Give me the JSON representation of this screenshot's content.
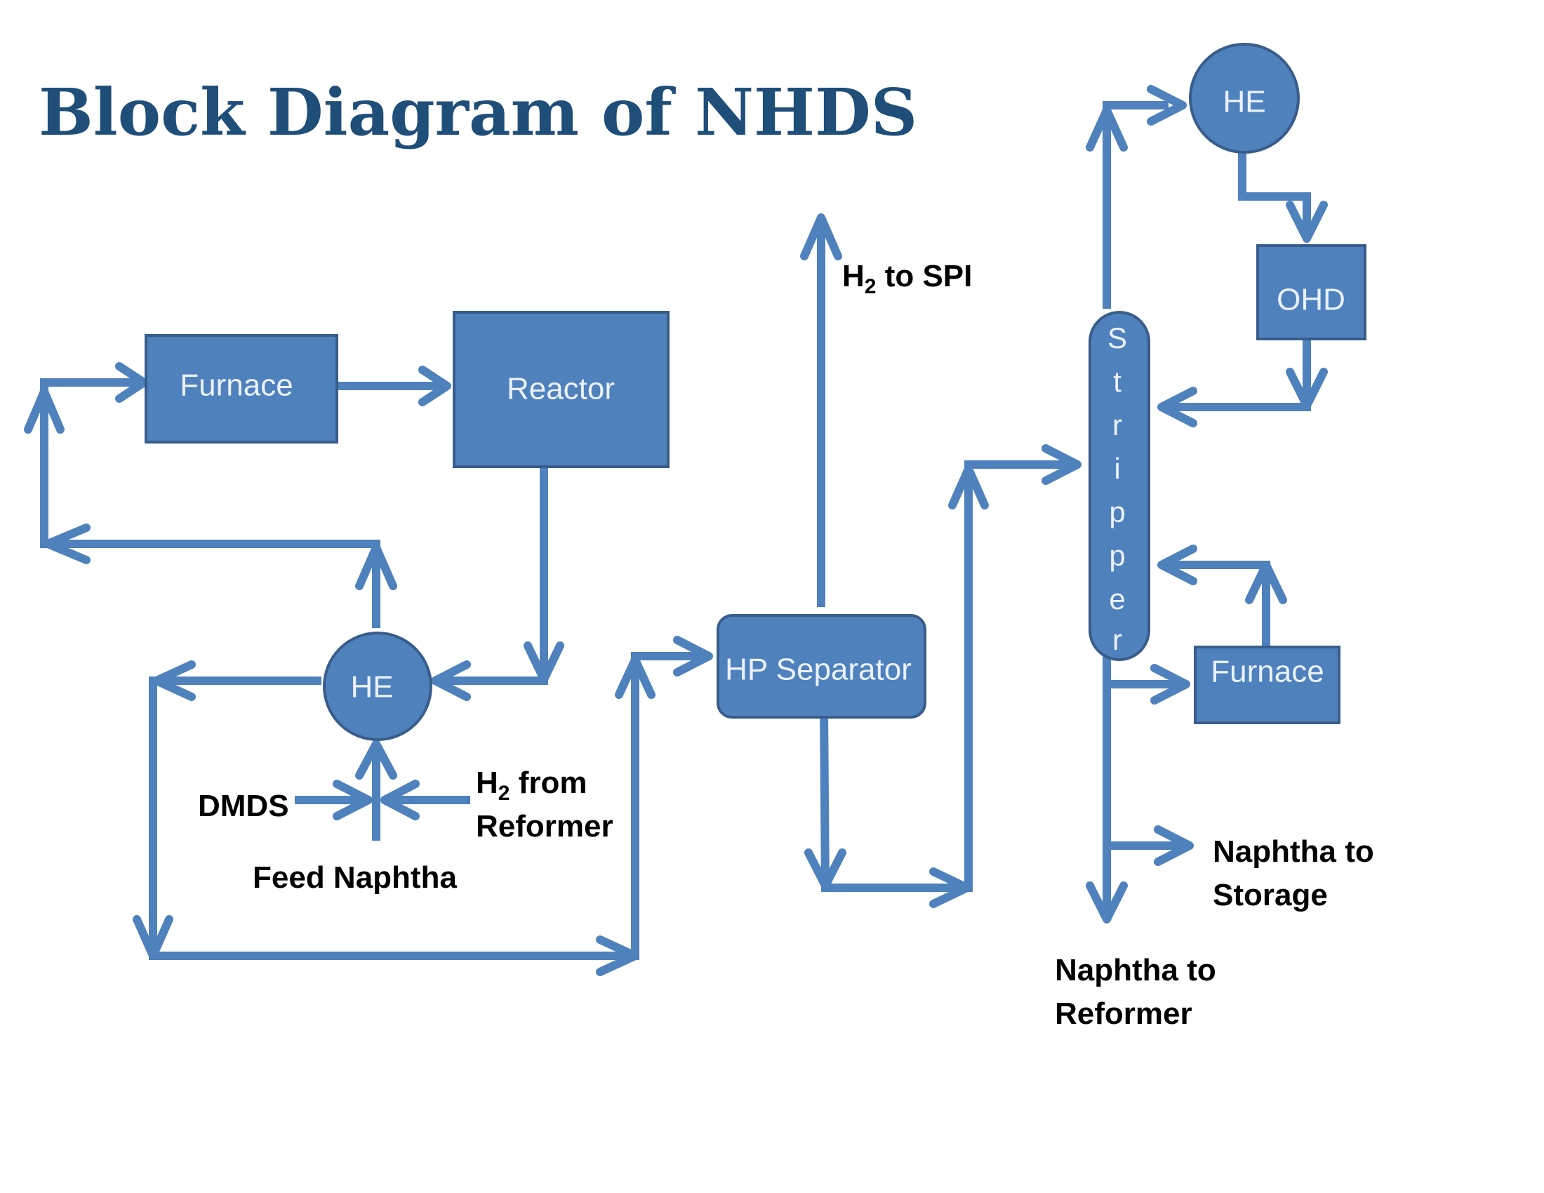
{
  "title": "Block Diagram of NHDS",
  "blocks": {
    "furnace_left": "Furnace",
    "reactor": "Reactor",
    "he_left": "HE",
    "hp_separator": "HP Separator",
    "stripper": [
      "S",
      "t",
      "r",
      "i",
      "p",
      "p",
      "e",
      "r"
    ],
    "he_top": "HE",
    "ohd": "OHD",
    "furnace_right": "Furnace"
  },
  "labels": {
    "h2_to_spi": {
      "main": "H",
      "sub": "2",
      "rest": " to SPI"
    },
    "dmds": "DMDS",
    "h2_from_reformer": {
      "main": "H",
      "sub": "2",
      "rest": " from",
      "line2": "Reformer"
    },
    "feed_naphtha": "Feed Naphtha",
    "naphtha_to_storage": [
      "Naphtha to",
      "Storage"
    ],
    "naphtha_to_reformer": [
      "Naphtha to",
      "Reformer"
    ]
  },
  "colors": {
    "primary": "#4f81bd",
    "border": "#385d8a",
    "title": "#1f4e79"
  }
}
